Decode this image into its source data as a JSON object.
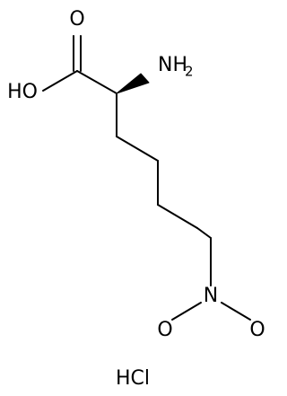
{
  "molecule": {
    "atoms": {
      "carbonyl_oxygen": "O",
      "hydroxyl": "HO",
      "amine_main": "NH",
      "amine_sub": "2",
      "nitro_nitrogen": "N",
      "nitro_oxygen_left": "O",
      "nitro_oxygen_right": "O"
    },
    "salt": "HCl"
  }
}
